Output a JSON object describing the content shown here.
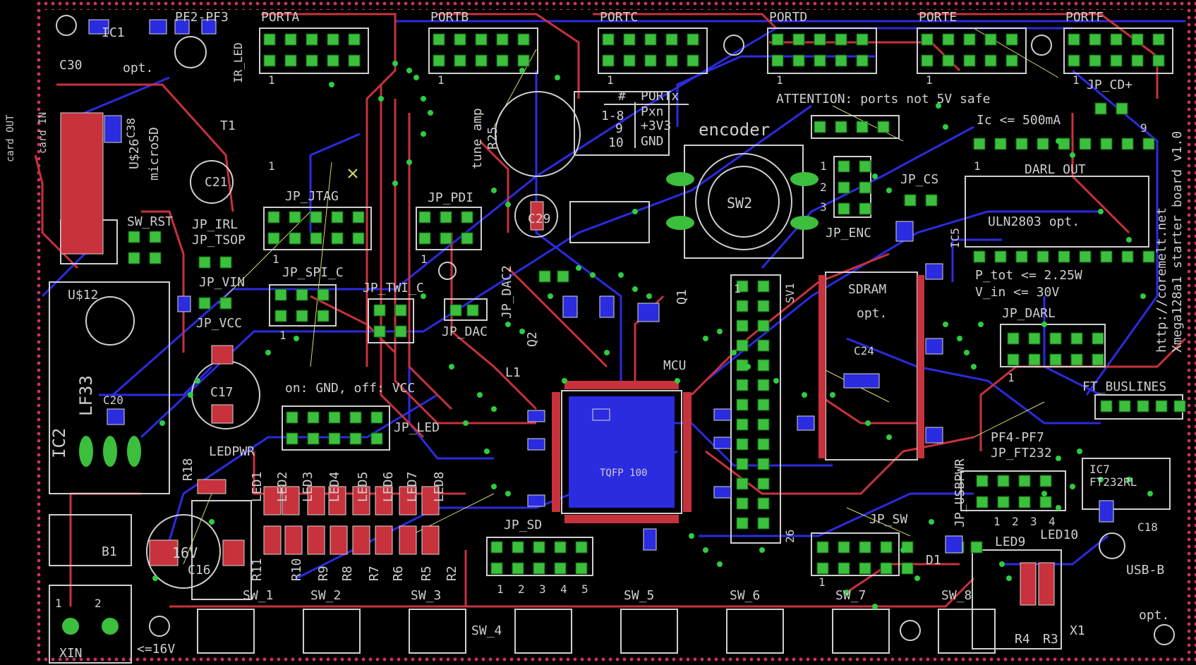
{
  "board": {
    "title": "Xmega128a1 starter board v1.0",
    "url": "http://coremelt.net"
  },
  "ports": [
    "PORTA",
    "PORTB",
    "PORTC",
    "PORTD",
    "PORTE",
    "PORTF"
  ],
  "port_pin_one": "1",
  "port_table": {
    "hdr_num": "#",
    "hdr_port": "PORTx",
    "row1_num": "1-8",
    "row1_val": "Pxn",
    "row2_num": "9",
    "row2_val": "+3V3",
    "row3_num": "10",
    "row3_val": "GND"
  },
  "notices": {
    "attention": "ATTENTION: ports not 5V safe",
    "ic_limit": "Ic <= 500mA",
    "p_tot": "P_tot <= 2.25W",
    "v_in": "V_in <= 30V",
    "led_note": "on: GND, off: VCC",
    "xin_note": "<=16V"
  },
  "parts": {
    "ic1": "IC1",
    "pf2_pf3": "PF2-PF3",
    "c30": "C30",
    "opt": "opt.",
    "ir_led": "IR_LED",
    "c38": "C38",
    "microsd": "microSD",
    "u26": "U$26",
    "t1": "T1",
    "c21": "C21",
    "card_out": "card OUT",
    "card_in": "card IN",
    "sw_rst": "SW_RST",
    "jp_irl": "JP_IRL",
    "jp_tsop": "JP_TSOP",
    "jp_vin": "JP_VIN",
    "jp_vcc": "JP_VCC",
    "u12": "U$12",
    "lf33": "LF33",
    "ic2": "IC2",
    "c20": "C20",
    "c17": "C17",
    "ledpwr": "LEDPWR",
    "r18": "R18",
    "b1": "B1",
    "c16": "C16",
    "c16_val": "16V",
    "xin": "XIN",
    "jp_jtag": "JP_JTAG",
    "jp_spi_c": "JP_SPI_C",
    "jp_pdi": "JP_PDI",
    "jp_twi_c": "JP_TWI_C",
    "jp_dac": "JP_DAC",
    "jp_dac2": "JP_DAC2",
    "jp_led": "JP_LED",
    "tune_amp": "tune amp",
    "r25": "R25",
    "c29": "C29",
    "q2": "Q2",
    "q1": "Q1",
    "l1": "L1",
    "mcu": "MCU",
    "mcu_pkg": "TQFP 100",
    "encoder": "encoder",
    "sw2": "SW2",
    "jp_enc": "JP_ENC",
    "jp_cs": "JP_CS",
    "jp_cd": "JP_CD+",
    "darl_out": "DARL_OUT",
    "uln": "ULN2803 opt.",
    "ic5": "IC5",
    "jp_darl": "JP_DARL",
    "sdram": "SDRAM",
    "sdram_opt": "opt.",
    "c24": "C24",
    "ft_buslines": "FT_BUSLINES",
    "pf4_pf7": "PF4-PF7",
    "jp_ft232": "JP_FT232",
    "ic7": "IC7",
    "ft232": "FT232RL",
    "c18": "C18",
    "led9": "LED9",
    "led10": "LED10",
    "usb_b": "USB-B",
    "usb_opt": "opt.",
    "x1": "X1",
    "r4": "R4",
    "r3": "R3",
    "d1": "D1",
    "jp_sw": "JP_SW",
    "jp_usbpwr": "JP_USBPWR",
    "jp_sd": "JP_SD",
    "sv1": "SV1"
  },
  "leds": [
    "LED1",
    "LED2",
    "LED3",
    "LED4",
    "LED5",
    "LED6",
    "LED7",
    "LED8"
  ],
  "resistors": [
    "R11",
    "R10",
    "R9",
    "R8",
    "R7",
    "R6",
    "R5",
    "R2"
  ],
  "switches": [
    "SW_1",
    "SW_2",
    "SW_3",
    "SW_4",
    "SW_5",
    "SW_6",
    "SW_7",
    "SW_8"
  ],
  "sd_pins": [
    "1",
    "2",
    "3",
    "4",
    "5"
  ],
  "ft_pins": [
    "1",
    "2",
    "3",
    "4"
  ],
  "sv1_top": "1",
  "sv1_bot": "26",
  "pin_nums": {
    "one": "1",
    "two": "2",
    "three": "3",
    "nine": "9"
  },
  "colors": {
    "background": "#000000",
    "top_copper": "#c8323c",
    "bottom_copper": "#2b2be0",
    "silkscreen": "#cfcfcf",
    "pads": "#3cbf3c",
    "vias": "#2ecc40",
    "airwires": "#d8d86a",
    "border_dots": "#d0306a"
  }
}
